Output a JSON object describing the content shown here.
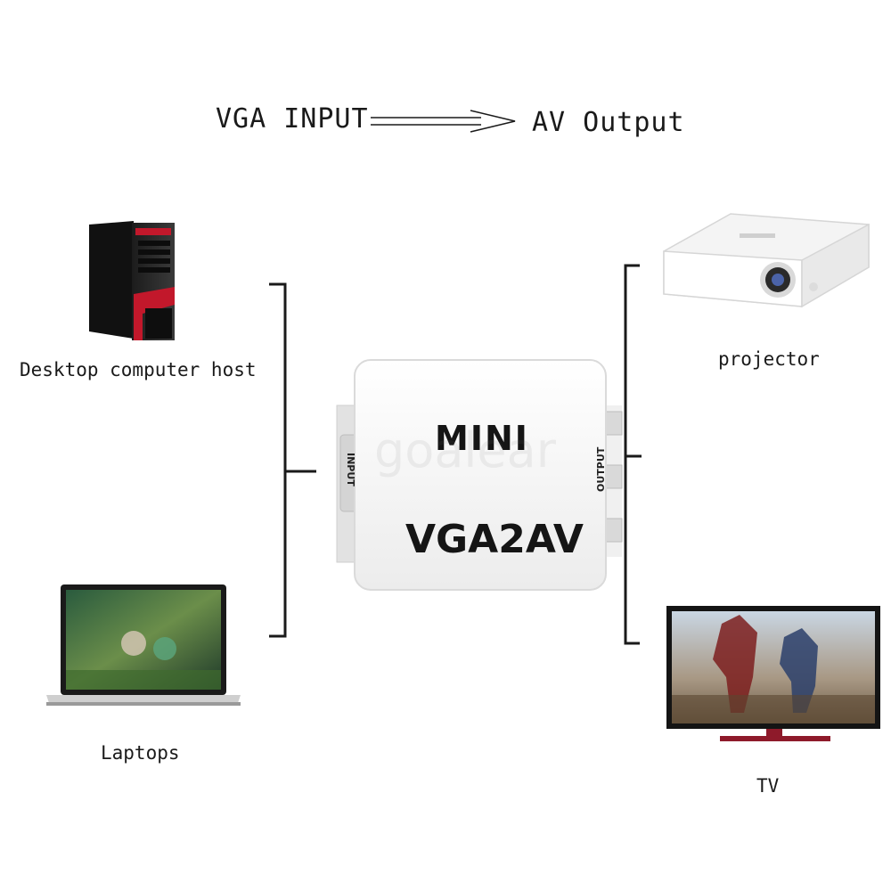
{
  "header": {
    "input_label": "VGA INPUT",
    "output_label": "AV Output"
  },
  "devices": {
    "desktop": {
      "label": "Desktop computer host"
    },
    "laptop": {
      "label": "Laptops"
    },
    "projector": {
      "label": "projector"
    },
    "tv": {
      "label": "TV"
    }
  },
  "converter": {
    "top_text": "MINI",
    "main_text": "VGA2AV",
    "input_port_label": "INPUT",
    "output_port_label": "OUTPUT"
  },
  "watermark": "goalear",
  "colors": {
    "desktop_accent": "#c2182b",
    "tv_stand": "#8e1a2a",
    "line": "#1a1a1a"
  }
}
